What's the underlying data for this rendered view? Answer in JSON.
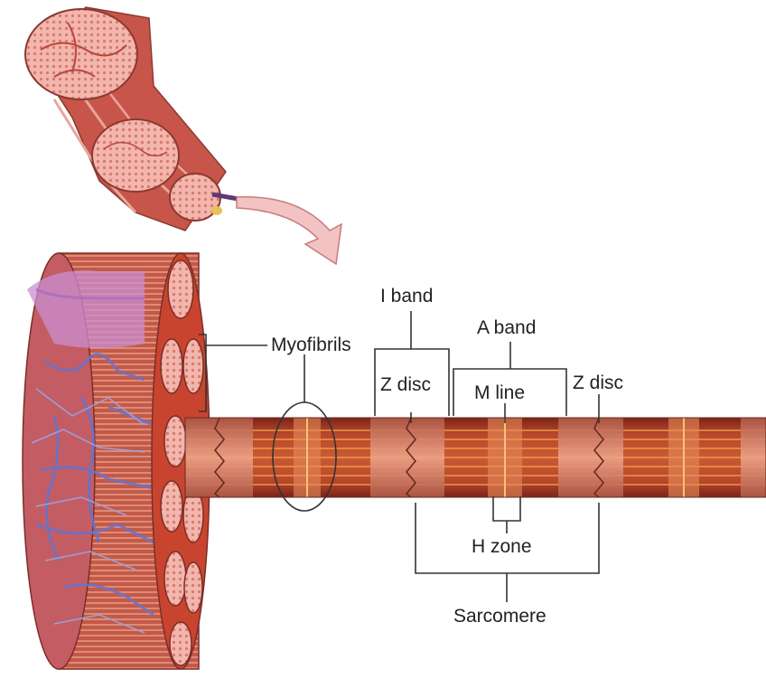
{
  "labels": {
    "i_band": "I band",
    "a_band": "A band",
    "myofibrils": "Myofibrils",
    "z_disc_left": "Z disc",
    "m_line": "M line",
    "z_disc_right": "Z disc",
    "h_zone": "H zone",
    "sarcomere": "Sarcomere"
  },
  "colors": {
    "muscle": "#c8554a",
    "muscle_light": "#e9a59b",
    "myofibril_dark": "#a83a26",
    "myofibril_stripe": "#e8a64a",
    "pale_band": "#e59a7f",
    "vessel": "#6b72c9",
    "line": "#333333"
  }
}
